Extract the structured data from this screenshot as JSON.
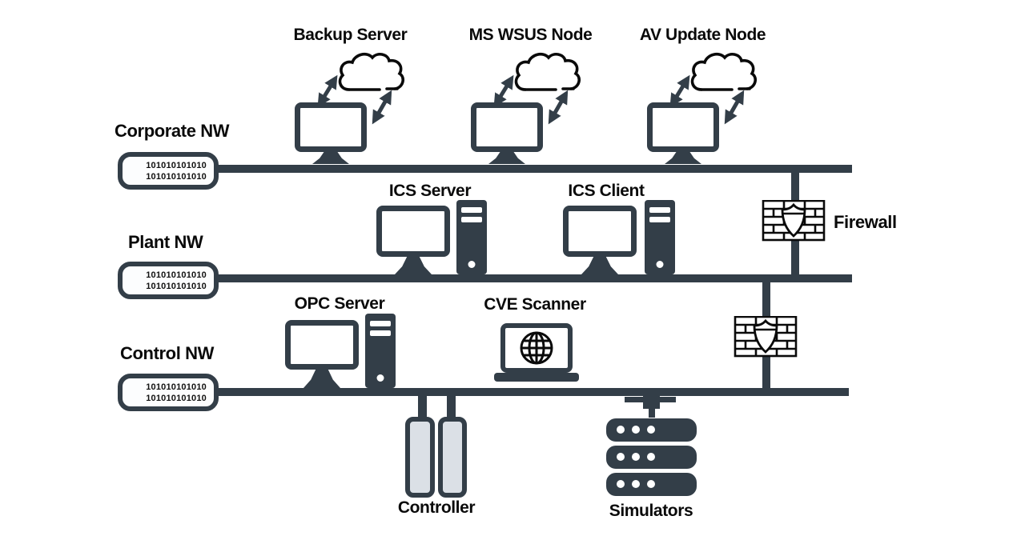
{
  "colors": {
    "dark": "#333e48",
    "ink": "#0a0a0a",
    "pill-fill": "#fcfdfe",
    "controller-fill": "#dbe0e6"
  },
  "networks": [
    {
      "label": "Corporate NW",
      "code_line1": "101010101010",
      "code_line2": "101010101010"
    },
    {
      "label": "Plant NW",
      "code_line1": "101010101010",
      "code_line2": "101010101010"
    },
    {
      "label": "Control NW",
      "code_line1": "101010101010",
      "code_line2": "101010101010"
    }
  ],
  "corporate_nodes": [
    {
      "label": "Backup Server"
    },
    {
      "label": "MS WSUS Node"
    },
    {
      "label": "AV Update Node"
    }
  ],
  "plant_nodes": [
    {
      "label": "ICS Server"
    },
    {
      "label": "ICS Client"
    }
  ],
  "control_nodes": [
    {
      "label": "OPC Server"
    },
    {
      "label": "CVE Scanner"
    }
  ],
  "firewall": {
    "label": "Firewall"
  },
  "field_devices": [
    {
      "label": "Controller"
    },
    {
      "label": "Simulators"
    }
  ]
}
